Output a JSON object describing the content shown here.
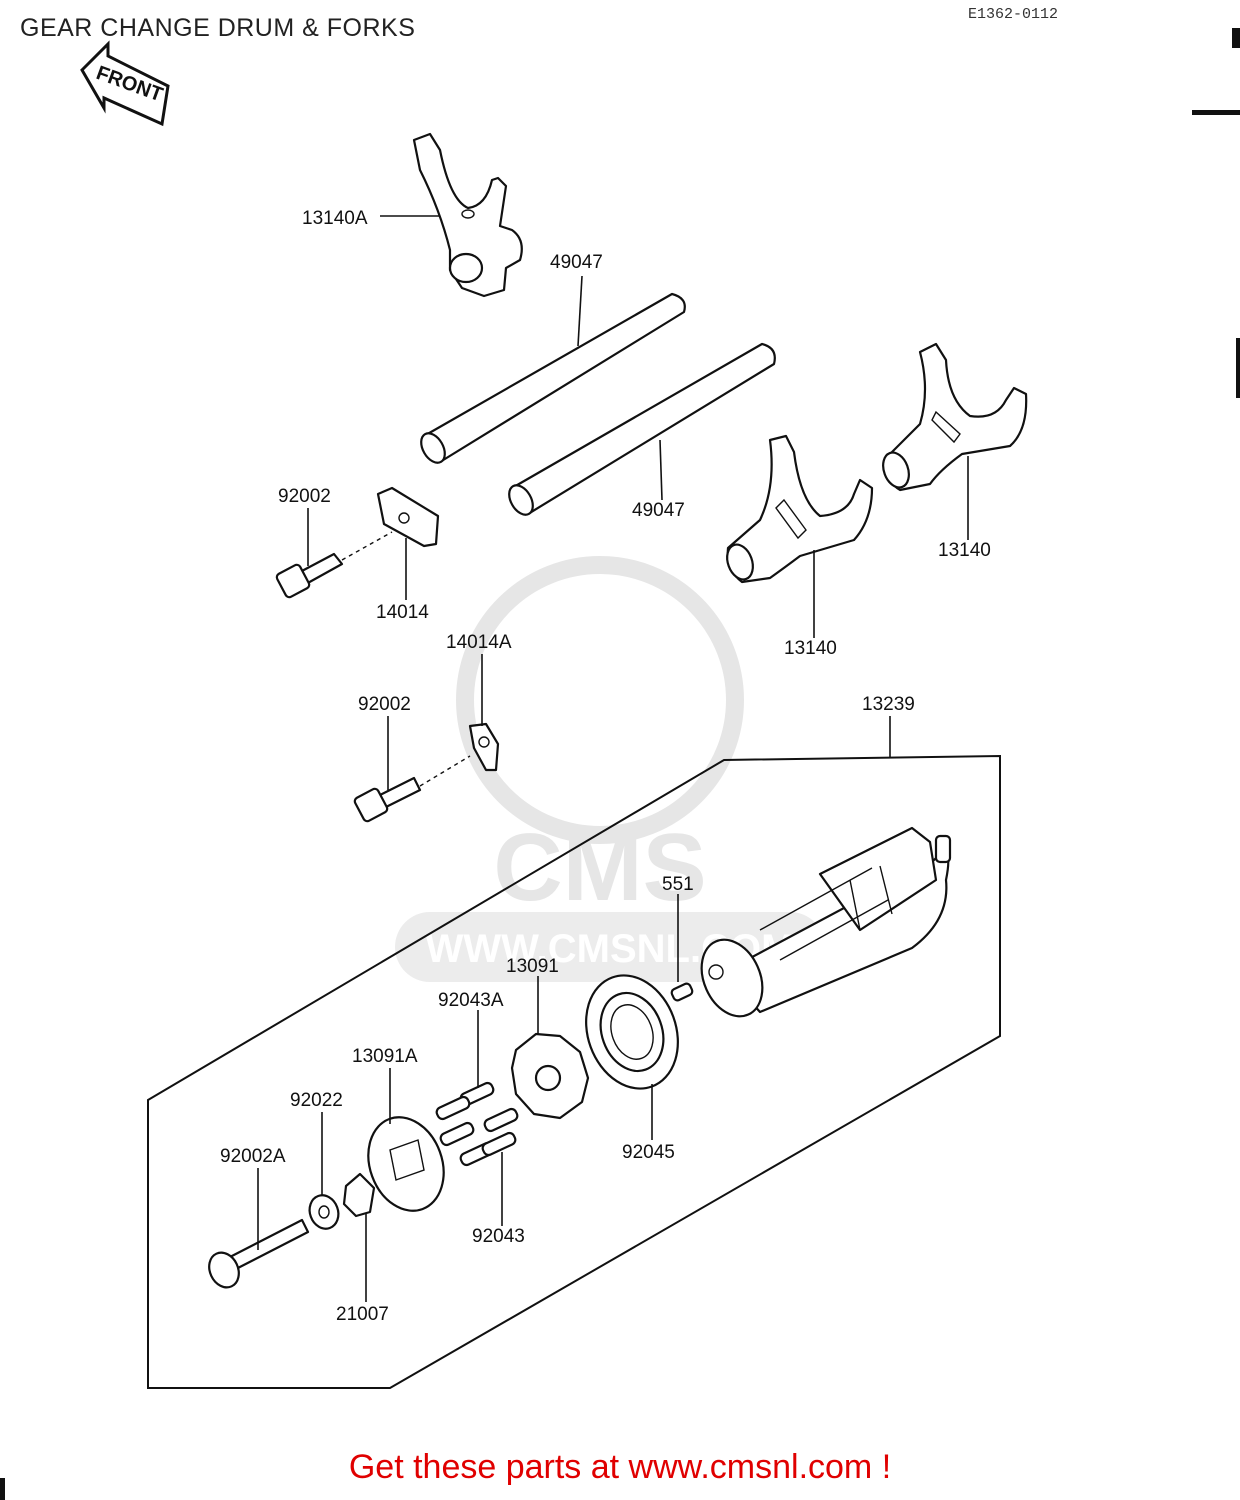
{
  "title": "GEAR CHANGE DRUM & FORKS",
  "diagram_code": "E1362-0112",
  "front_label": "FRONT",
  "watermark": "WWW.CMSNL.COM",
  "watermark_logo": "CMS",
  "footer": "Get these parts at www.cmsnl.com !",
  "parts": {
    "p13140A": "13140A",
    "p49047_a": "49047",
    "p49047_b": "49047",
    "p92002_a": "92002",
    "p14014": "14014",
    "p13140_a": "13140",
    "p13140_b": "13140",
    "p14014A": "14014A",
    "p92002_b": "92002",
    "p13239": "13239",
    "p551": "551",
    "p13091": "13091",
    "p92043A": "92043A",
    "p13091A": "13091A",
    "p92022": "92022",
    "p92002A": "92002A",
    "p92045": "92045",
    "p92043": "92043",
    "p21007": "21007"
  }
}
